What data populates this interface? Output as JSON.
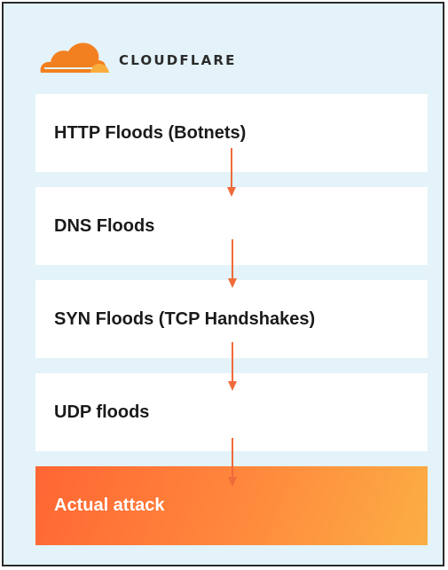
{
  "logo": {
    "wordmark": "CLOUDFLARE",
    "icon": "cloudflare-cloud-icon",
    "colors": {
      "primary": "#f38020",
      "secondary": "#faad3f"
    }
  },
  "layers": [
    {
      "label": "HTTP Floods (Botnets)"
    },
    {
      "label": "DNS Floods"
    },
    {
      "label": "SYN Floods (TCP Handshakes)"
    },
    {
      "label": "UDP floods"
    },
    {
      "label": "Actual attack"
    }
  ],
  "colors": {
    "background": "#e3f3f9",
    "arrow": "#f06a3a",
    "attack_gradient_start": "#ff6633",
    "attack_gradient_end": "#fbae44"
  }
}
